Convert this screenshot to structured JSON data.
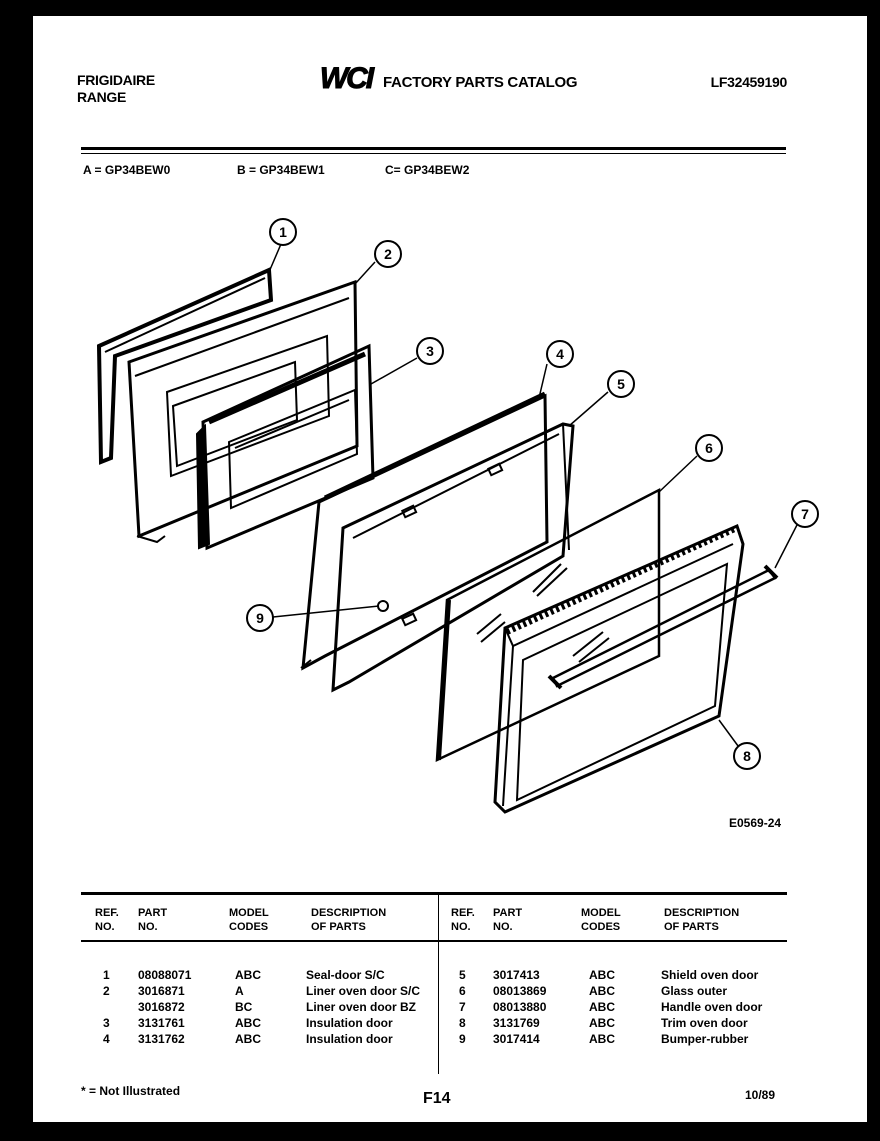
{
  "header": {
    "brand_line1": "FRIGIDAIRE",
    "brand_line2": "RANGE",
    "logo_text": "WCI",
    "catalog_title": "FACTORY PARTS CATALOG",
    "doc_number": "LF32459190"
  },
  "models": [
    {
      "label": "A = GP34BEW0"
    },
    {
      "label": "B = GP34BEW1"
    },
    {
      "label": "C= GP34BEW2"
    }
  ],
  "diagram": {
    "callouts": [
      "1",
      "2",
      "3",
      "4",
      "5",
      "6",
      "7",
      "8",
      "9"
    ],
    "figure_id": "E0569-24"
  },
  "table": {
    "headers": {
      "ref": "REF.\nNO.",
      "part": "PART\nNO.",
      "model": "MODEL\nCODES",
      "desc": "DESCRIPTION\nOF PARTS"
    },
    "left_rows": [
      {
        "ref": "1",
        "part": "08088071",
        "codes": "ABC",
        "desc": "Seal-door S/C"
      },
      {
        "ref": "2",
        "part": "3016871",
        "codes": "A",
        "desc": "Liner oven door S/C"
      },
      {
        "ref": "",
        "part": "3016872",
        "codes": "BC",
        "desc": "Liner oven door BZ"
      },
      {
        "ref": "3",
        "part": "3131761",
        "codes": "ABC",
        "desc": "Insulation door"
      },
      {
        "ref": "4",
        "part": "3131762",
        "codes": "ABC",
        "desc": "Insulation door"
      }
    ],
    "right_rows": [
      {
        "ref": "5",
        "part": "3017413",
        "codes": "ABC",
        "desc": "Shield oven door"
      },
      {
        "ref": "6",
        "part": "08013869",
        "codes": "ABC",
        "desc": "Glass outer"
      },
      {
        "ref": "7",
        "part": "08013880",
        "codes": "ABC",
        "desc": "Handle oven door"
      },
      {
        "ref": "8",
        "part": "3131769",
        "codes": "ABC",
        "desc": "Trim oven door"
      },
      {
        "ref": "9",
        "part": "3017414",
        "codes": "ABC",
        "desc": "Bumper-rubber"
      }
    ]
  },
  "footer": {
    "note": "* = Not Illustrated",
    "page_id": "F14",
    "date": "10/89"
  }
}
